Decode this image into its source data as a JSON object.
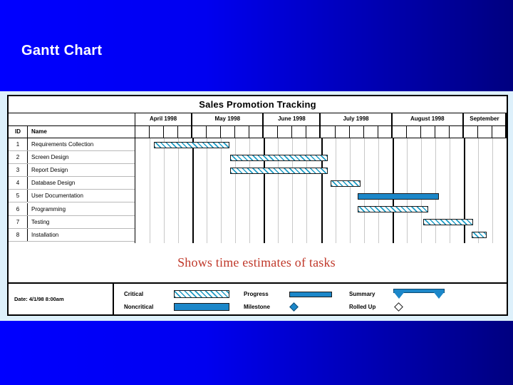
{
  "slide": {
    "title": "Gantt Chart",
    "annotation": "Shows time estimates of tasks",
    "accent_color": "#c0392b",
    "background_from": "#0000ff",
    "background_to": "#000080"
  },
  "chart_data": {
    "type": "bar",
    "chart_kind": "gantt",
    "title": "Sales Promotion Tracking",
    "xlabel": "",
    "ylabel": "",
    "grid": true,
    "legend_position": "bottom",
    "columns": [
      "ID",
      "Name"
    ],
    "axis_months": [
      {
        "label": "April 1998",
        "weeks": 4
      },
      {
        "label": "May 1998",
        "weeks": 5
      },
      {
        "label": "June 1998",
        "weeks": 4
      },
      {
        "label": "July 1998",
        "weeks": 5
      },
      {
        "label": "August 1998",
        "weeks": 5
      },
      {
        "label": "September",
        "weeks": 3
      }
    ],
    "tasks": [
      {
        "id": "1",
        "name": "Requirements Collection",
        "start_pct": 4.9,
        "width_pct": 20.4,
        "style": "critical"
      },
      {
        "id": "2",
        "name": "Screen Design",
        "start_pct": 25.5,
        "width_pct": 26.3,
        "style": "critical"
      },
      {
        "id": "3",
        "name": "Report Design",
        "start_pct": 25.5,
        "width_pct": 26.3,
        "style": "critical"
      },
      {
        "id": "4",
        "name": "Database Design",
        "start_pct": 52.5,
        "width_pct": 8.2,
        "style": "critical"
      },
      {
        "id": "5",
        "name": "User Documentation",
        "start_pct": 59.8,
        "width_pct": 22.0,
        "style": "solid"
      },
      {
        "id": "6",
        "name": "Programming",
        "start_pct": 59.8,
        "width_pct": 19.0,
        "style": "critical"
      },
      {
        "id": "7",
        "name": "Testing",
        "start_pct": 77.5,
        "width_pct": 13.5,
        "style": "critical"
      },
      {
        "id": "8",
        "name": "Installation",
        "start_pct": 90.5,
        "width_pct": 4.1,
        "style": "critical"
      }
    ],
    "footer_date": "Date: 4/1/98 8:00am",
    "legend": [
      {
        "label": "Critical",
        "symbol": "hatched-bar"
      },
      {
        "label": "Noncritical",
        "symbol": "solid-bar"
      },
      {
        "label": "Progress",
        "symbol": "progress-bar"
      },
      {
        "label": "Milestone",
        "symbol": "filled-diamond"
      },
      {
        "label": "Summary",
        "symbol": "summary-bracket"
      },
      {
        "label": "Rolled Up",
        "symbol": "open-diamond"
      }
    ],
    "colors": {
      "bar_fill": "#1c87c9",
      "hatch": "#1d9bc4",
      "border": "#1a1a1a",
      "panel": "#ddf0fb"
    }
  }
}
